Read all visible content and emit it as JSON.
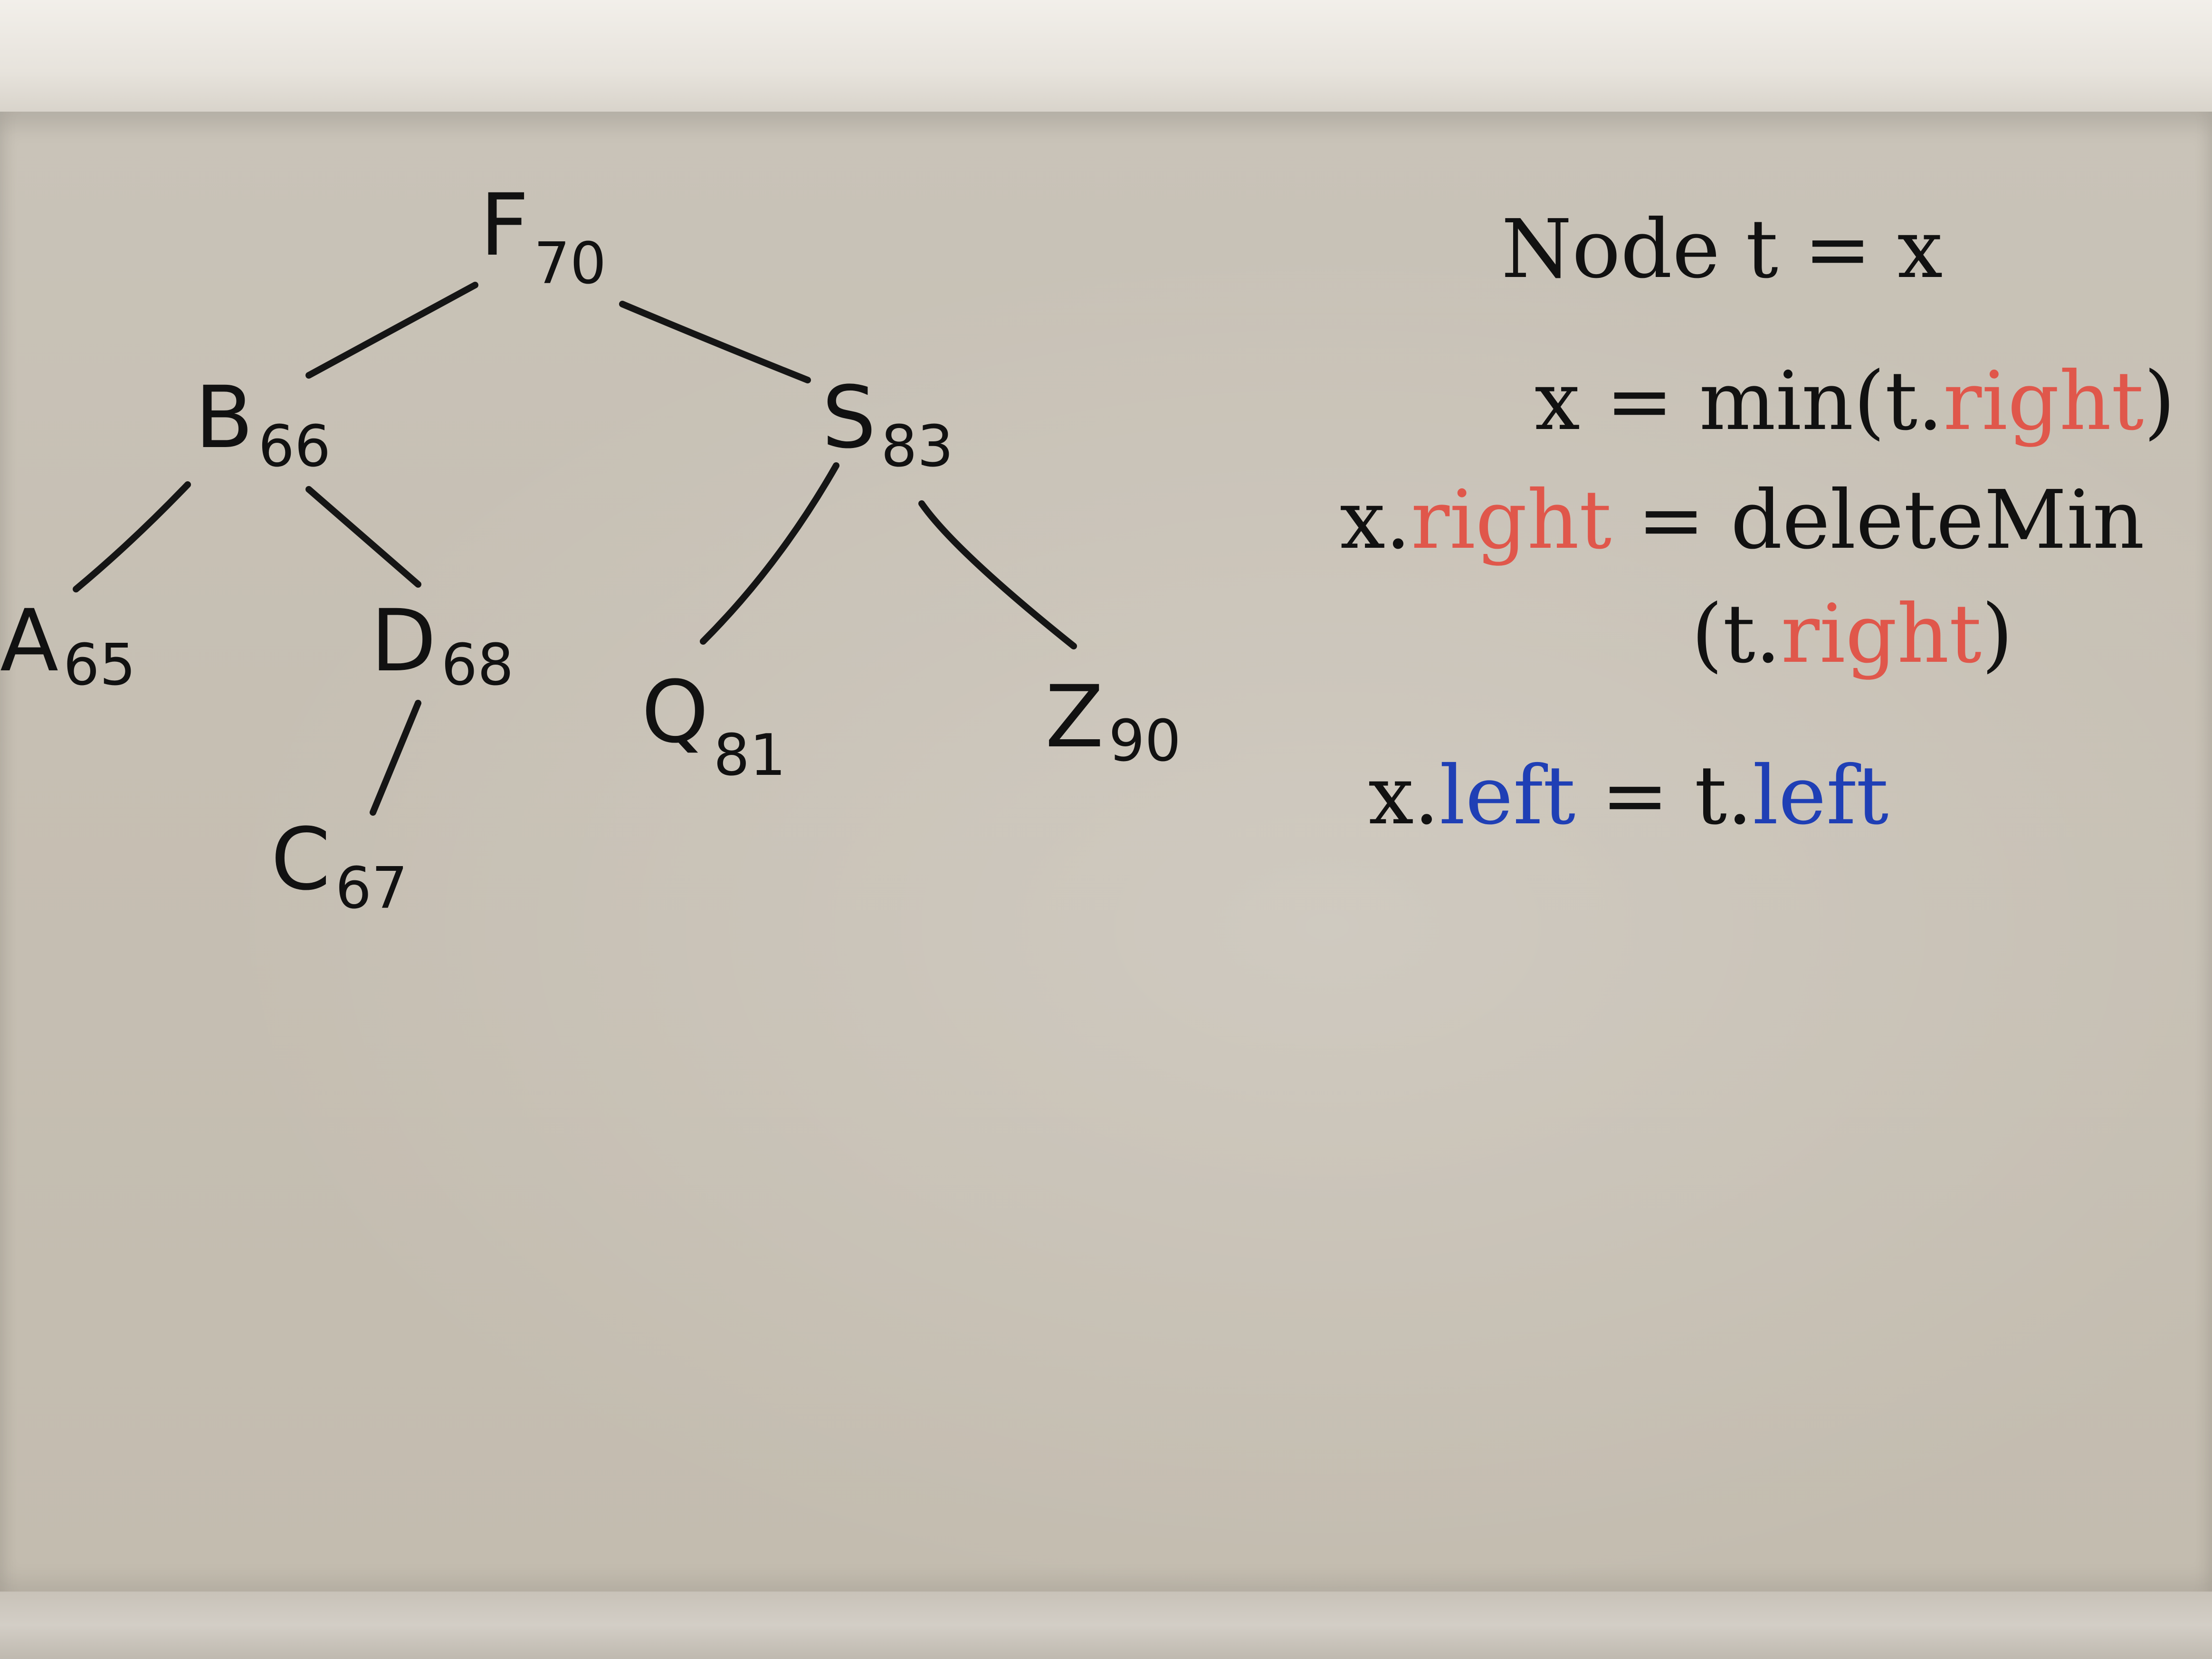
{
  "tree": {
    "nodes": [
      {
        "id": "F",
        "letter": "F",
        "key": "70"
      },
      {
        "id": "B",
        "letter": "B",
        "key": "66"
      },
      {
        "id": "S",
        "letter": "S",
        "key": "83"
      },
      {
        "id": "A",
        "letter": "A",
        "key": "65"
      },
      {
        "id": "D",
        "letter": "D",
        "key": "68"
      },
      {
        "id": "C",
        "letter": "C",
        "key": "67"
      },
      {
        "id": "Q",
        "letter": "Q",
        "key": "81"
      },
      {
        "id": "Z",
        "letter": "Z",
        "key": "90"
      }
    ],
    "edges": [
      [
        "F",
        "B"
      ],
      [
        "F",
        "S"
      ],
      [
        "B",
        "A"
      ],
      [
        "B",
        "D"
      ],
      [
        "D",
        "C"
      ],
      [
        "S",
        "Q"
      ],
      [
        "S",
        "Z"
      ]
    ]
  },
  "code": {
    "line1": "Node t = x",
    "line2_prefix": "x = min(t.",
    "line2_field": "right",
    "line2_suffix": ")",
    "line3_prefix": "x.",
    "line3_field": "right",
    "line3_suffix": " = deleteMin",
    "line4_prefix": "(t.",
    "line4_field": "right",
    "line4_suffix": ")",
    "line5_a": "x.",
    "line5_field_a": "left",
    "line5_mid": " = t.",
    "line5_field_b": "left"
  },
  "colors": {
    "ink": "#111111",
    "red_marker": "#e0574b",
    "blue_marker": "#1f3fb5",
    "board": "#c9c3b8"
  }
}
